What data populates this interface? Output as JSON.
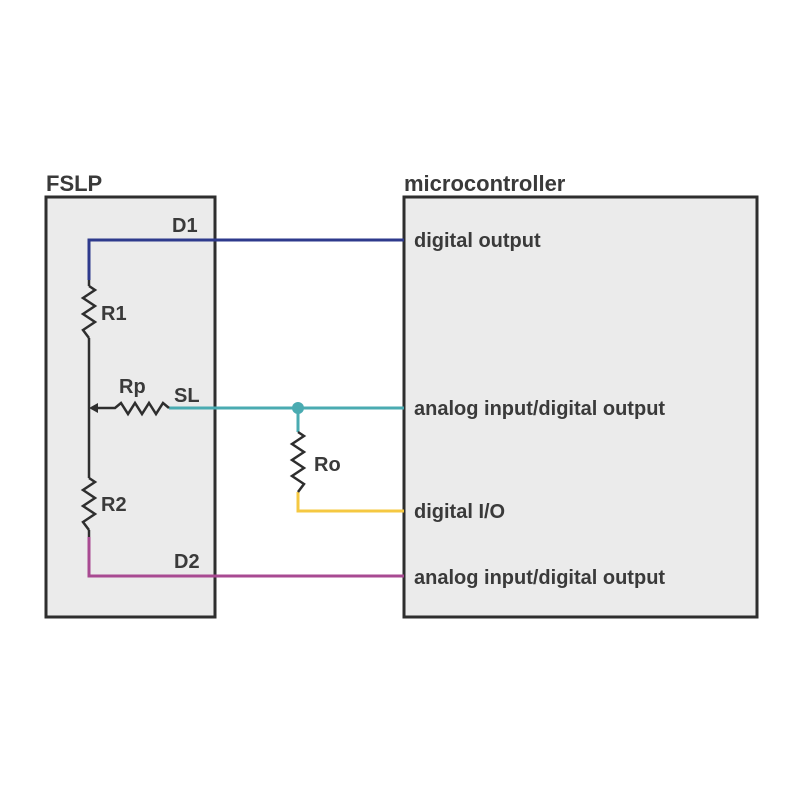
{
  "fslp": {
    "title": "FSLP",
    "pin_d1": "D1",
    "pin_sl": "SL",
    "pin_d2": "D2",
    "r1": "R1",
    "r2": "R2",
    "rp": "Rp"
  },
  "microcontroller": {
    "title": "microcontroller",
    "pin_digital_output": "digital output",
    "pin_sl_analog": "analog input/digital output",
    "pin_digital_io": "digital I/O",
    "pin_d2_analog": "analog input/digital output"
  },
  "external": {
    "ro": "Ro"
  },
  "colors": {
    "d1_wire": "#2e3a8c",
    "sl_wire": "#4aabb1",
    "ro_wire": "#f5c842",
    "d2_wire": "#a84a92",
    "component": "#2e2e2e"
  }
}
